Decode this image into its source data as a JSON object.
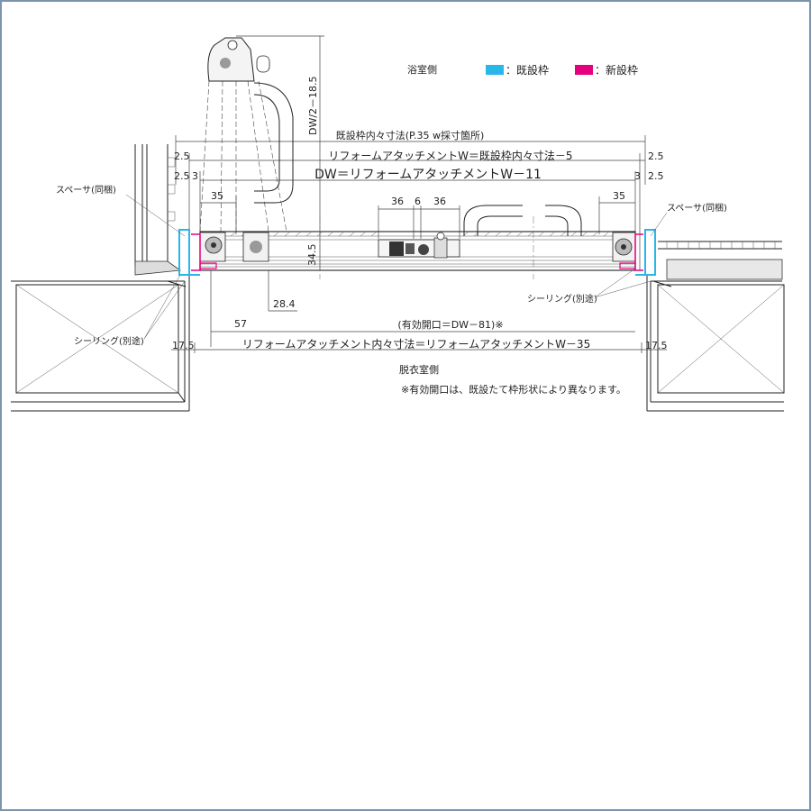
{
  "labels": {
    "bath_side": "浴室側",
    "dressing_side": "脱衣室側",
    "existing_frame_legend": "：既設枠",
    "new_frame_legend": "：新設枠",
    "existing_inner_dim": "既設枠内々寸法(P.35 w採寸箇所)",
    "reform_w": "リフォームアタッチメントW＝既設枠内々寸法－5",
    "dw": "DW＝リフォームアタッチメントW－11",
    "reform_inner": "リフォームアタッチメント内々寸法＝リフォームアタッチメントW－35",
    "effective_opening": "(有効開口＝DW－81)※",
    "note": "※有効開口は、既設たて枠形状により異なります。",
    "dw_half": "DW/2－18.5",
    "spacer_left": "スペーサ(同梱)",
    "spacer_right": "スペーサ(同梱)",
    "sealing_left": "シーリング(別途)",
    "sealing_right": "シーリング(別途)"
  },
  "dims": {
    "d_2_5_a": "2.5",
    "d_2_5_b": "2.5",
    "d_2_5_c": "2.5",
    "d_2_5_d": "2.5",
    "d_3_left": "3",
    "d_3_right": "3",
    "d_35_left": "35",
    "d_35_right": "35",
    "d_36_a": "36",
    "d_6": "6",
    "d_36_b": "36",
    "d_34_5": "34.5",
    "d_28_4": "28.4",
    "d_57": "57",
    "d_17_5_left": "17.5",
    "d_17_5_right": "17.5"
  },
  "colors": {
    "existing_frame": "#29b6e8",
    "new_frame": "#e6007e",
    "border": "#7d94ad"
  }
}
